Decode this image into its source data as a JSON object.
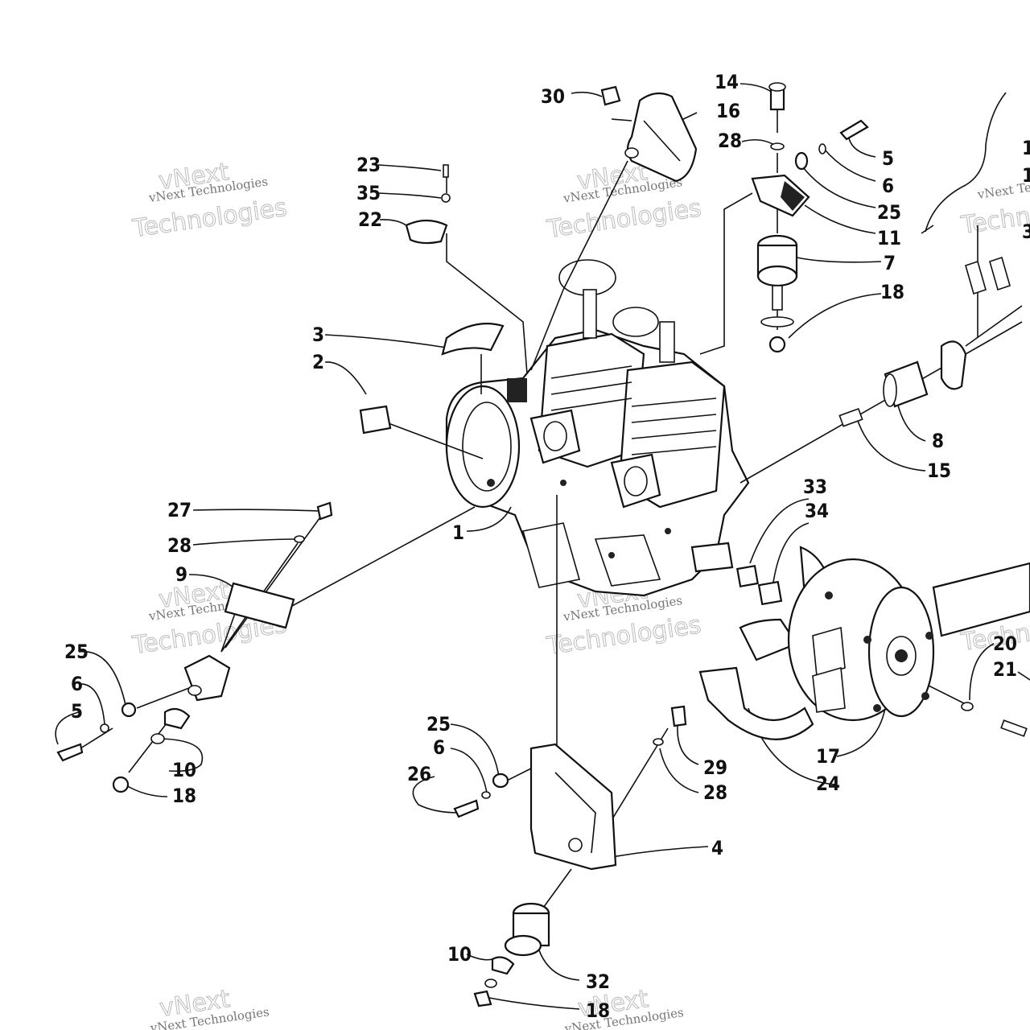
{
  "watermark": {
    "line1": "vNext Technologies",
    "line2": "vNext",
    "line3": "Technologies"
  },
  "callouts": [
    {
      "id": "c30a",
      "text": "30"
    },
    {
      "id": "c14",
      "text": "14"
    },
    {
      "id": "c16",
      "text": "16"
    },
    {
      "id": "c28a",
      "text": "28"
    },
    {
      "id": "c5a",
      "text": "5"
    },
    {
      "id": "c6a",
      "text": "6"
    },
    {
      "id": "c25a",
      "text": "25"
    },
    {
      "id": "c11",
      "text": "11"
    },
    {
      "id": "c7",
      "text": "7"
    },
    {
      "id": "c18a",
      "text": "18"
    },
    {
      "id": "c23",
      "text": "23"
    },
    {
      "id": "c35",
      "text": "35"
    },
    {
      "id": "c22",
      "text": "22"
    },
    {
      "id": "c3",
      "text": "3"
    },
    {
      "id": "c2",
      "text": "2"
    },
    {
      "id": "c8",
      "text": "8"
    },
    {
      "id": "c15",
      "text": "15"
    },
    {
      "id": "c33",
      "text": "33"
    },
    {
      "id": "c34",
      "text": "34"
    },
    {
      "id": "c27",
      "text": "27"
    },
    {
      "id": "c28b",
      "text": "28"
    },
    {
      "id": "c1",
      "text": "1"
    },
    {
      "id": "c9",
      "text": "9"
    },
    {
      "id": "c25b",
      "text": "25"
    },
    {
      "id": "c6b",
      "text": "6"
    },
    {
      "id": "c5b",
      "text": "5"
    },
    {
      "id": "c10a",
      "text": "10"
    },
    {
      "id": "c18b",
      "text": "18"
    },
    {
      "id": "c20",
      "text": "20"
    },
    {
      "id": "c21",
      "text": "21"
    },
    {
      "id": "c17",
      "text": "17"
    },
    {
      "id": "c24",
      "text": "24"
    },
    {
      "id": "c25c",
      "text": "25"
    },
    {
      "id": "c6c",
      "text": "6"
    },
    {
      "id": "c26",
      "text": "26"
    },
    {
      "id": "c29",
      "text": "29"
    },
    {
      "id": "c28c",
      "text": "28"
    },
    {
      "id": "c4",
      "text": "4"
    },
    {
      "id": "c10b",
      "text": "10"
    },
    {
      "id": "c32",
      "text": "32"
    },
    {
      "id": "c18c",
      "text": "18"
    },
    {
      "id": "c1r",
      "text": "1"
    },
    {
      "id": "c1r2",
      "text": "1"
    },
    {
      "id": "c3r",
      "text": "3"
    }
  ]
}
